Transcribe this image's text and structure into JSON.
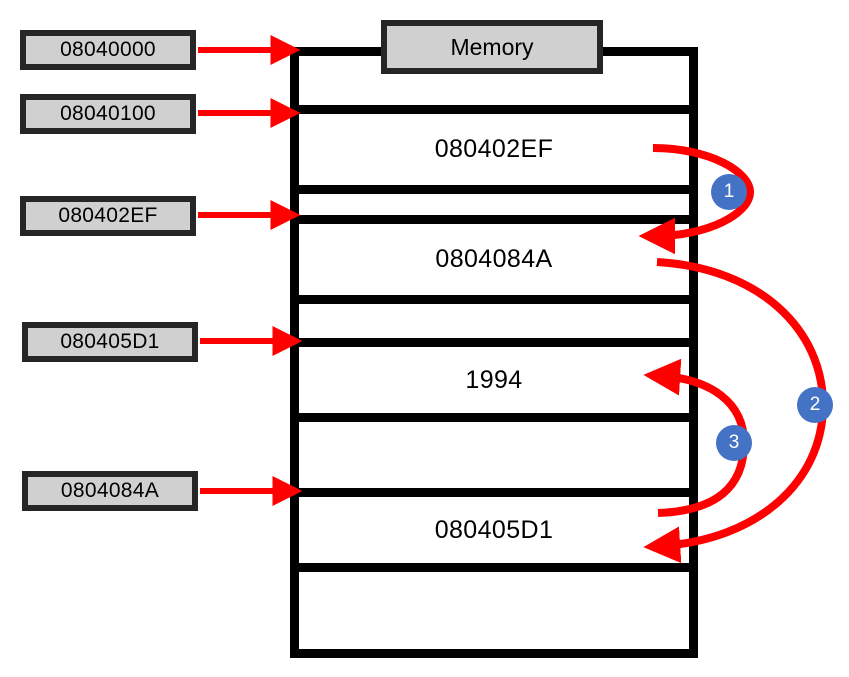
{
  "diagram": {
    "title": "Memory",
    "accent_red": "#FF0000",
    "badge_blue": "#4472C4",
    "label_fill": "#D0D0D0",
    "label_border": "#262626",
    "frame_color": "#000000"
  },
  "address_labels": [
    {
      "text": "08040000"
    },
    {
      "text": "08040100"
    },
    {
      "text": "080402EF"
    },
    {
      "text": "080405D1"
    },
    {
      "text": "0804084A"
    }
  ],
  "memory_rows": [
    {
      "value": ""
    },
    {
      "value": "080402EF"
    },
    {
      "value": ""
    },
    {
      "value": "0804084A"
    },
    {
      "value": ""
    },
    {
      "value": "1994"
    },
    {
      "value": ""
    },
    {
      "value": "080405D1"
    },
    {
      "value": ""
    }
  ],
  "steps": [
    {
      "number": "1"
    },
    {
      "number": "2"
    },
    {
      "number": "3"
    }
  ]
}
